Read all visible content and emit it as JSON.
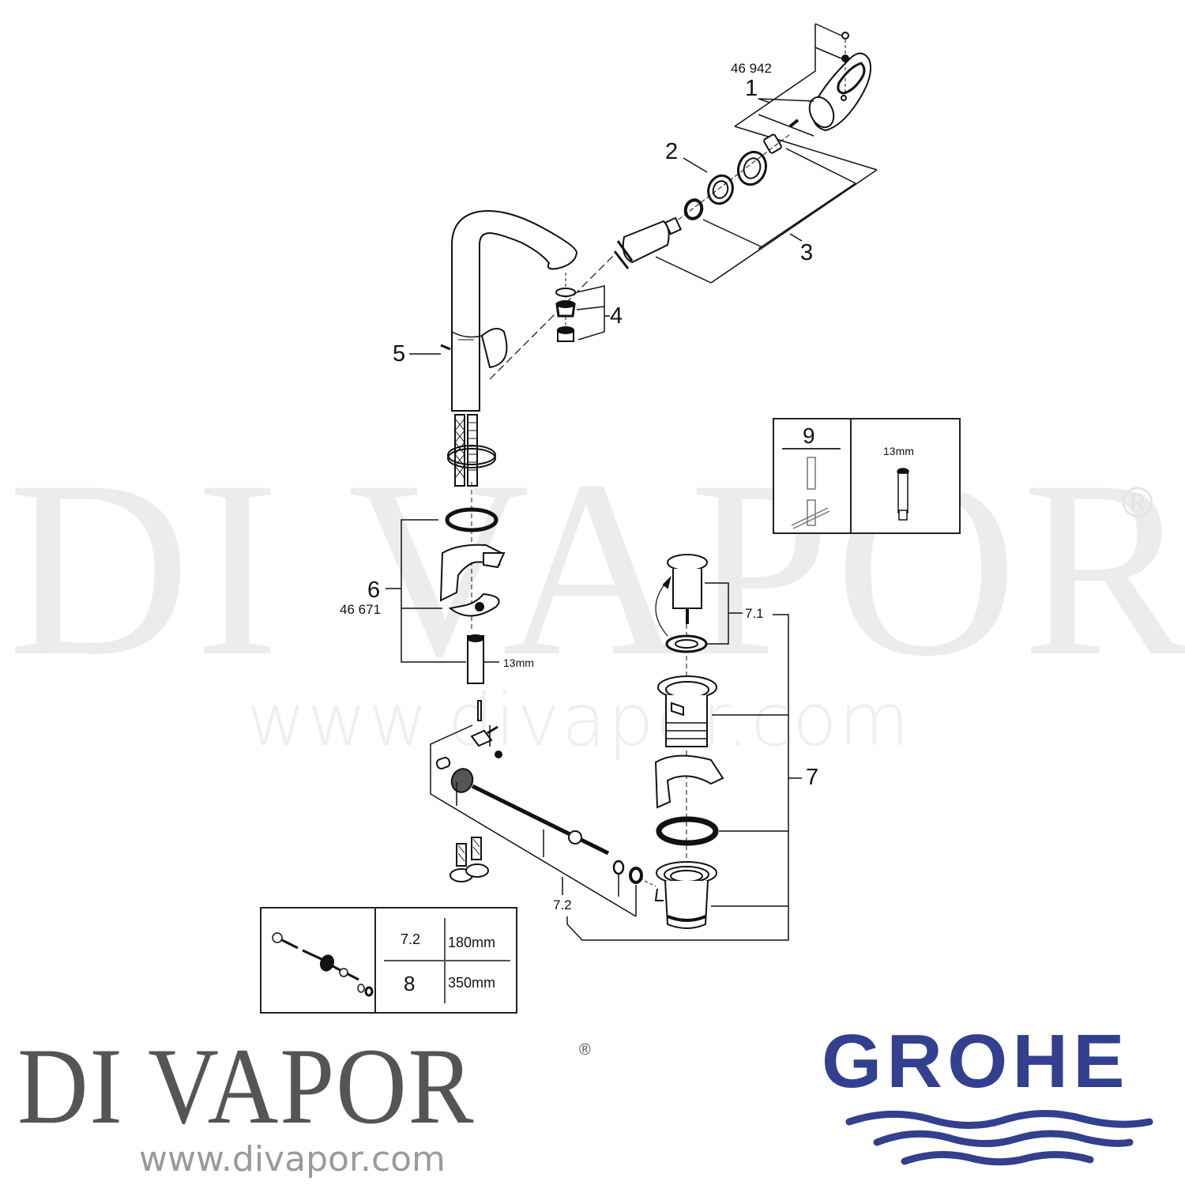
{
  "watermark": {
    "text": "DI VAPOR",
    "registered": "®",
    "url": "www.divapor.com",
    "color": "#ececec"
  },
  "diagram": {
    "callouts": {
      "c1": "1",
      "c1_part": "46 942",
      "c2": "2",
      "c3": "3",
      "c4": "4",
      "c5": "5",
      "c6": "6",
      "c6_part": "46 671",
      "c6_size": "13mm",
      "c7": "7",
      "c7_1": "7.1",
      "c7_2": "7.2"
    },
    "parts": [
      "lever-handle",
      "cap",
      "retaining-nut",
      "cartridge",
      "aerator-set",
      "spout-body",
      "lift-rod",
      "mounting-set",
      "waste-set",
      "pop-up-plug",
      "pull-rod-linkage",
      "flexible-hoses"
    ]
  },
  "tool_inset": {
    "number": "9",
    "size": "13mm"
  },
  "rod_inset": {
    "rows": [
      {
        "item": "7.2",
        "length": "180mm"
      },
      {
        "item": "8",
        "length": "350mm"
      }
    ]
  },
  "footer": {
    "brand": "DI VAPOR",
    "registered": "®",
    "url": "www.divapor.com",
    "brand_color": "#555555",
    "url_color": "#9a9a9a"
  },
  "manufacturer": {
    "name": "GROHE",
    "color": "#333f8f"
  }
}
